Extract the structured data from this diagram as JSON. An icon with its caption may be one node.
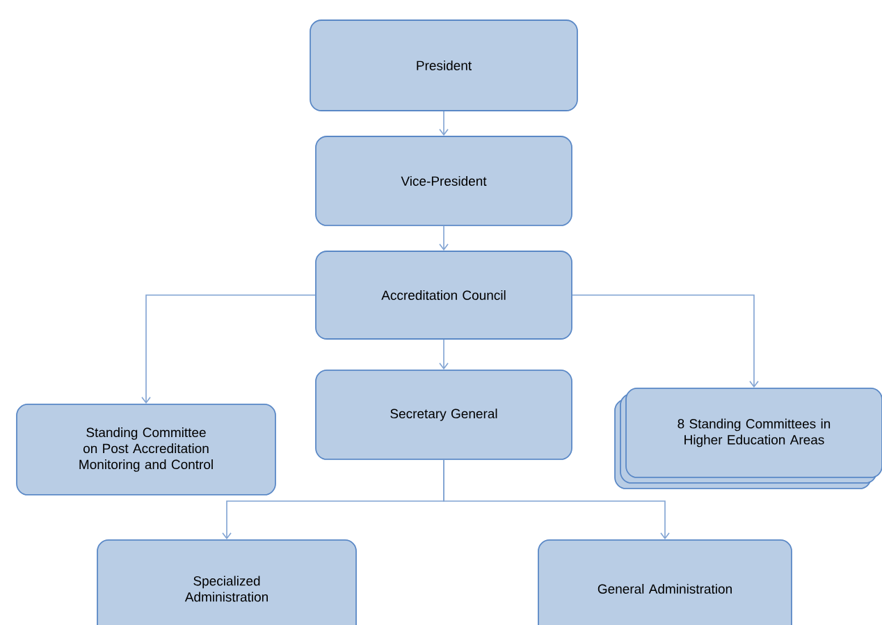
{
  "diagram": {
    "nodes": [
      {
        "text": [
          "President"
        ]
      },
      {
        "text": [
          "Vice-President"
        ]
      },
      {
        "text": [
          "Accreditation Council"
        ]
      },
      {
        "text": [
          "Standing Committee on Post Accreditation Monitoring and Control"
        ]
      },
      {
        "text": [
          "Secretary General"
        ]
      },
      {
        "text": [
          "8 Standing Committees in Higher Education Areas"
        ]
      },
      {
        "text": [
          "Specialized Administration"
        ]
      },
      {
        "text": [
          "General Administration"
        ]
      }
    ],
    "edges": [
      {
        "from": 0,
        "to": 1,
        "arrow": "to"
      },
      {
        "from": 1,
        "to": 2,
        "arrow": "to"
      },
      {
        "from": 2,
        "to": 3,
        "arrow": "to"
      },
      {
        "from": 2,
        "to": 4,
        "arrow": "to"
      },
      {
        "from": 2,
        "to": 5,
        "arrow": "to"
      },
      {
        "from": 4,
        "to": 6,
        "arrow": "to"
      },
      {
        "from": 4,
        "to": 7,
        "arrow": "to"
      }
    ]
  }
}
